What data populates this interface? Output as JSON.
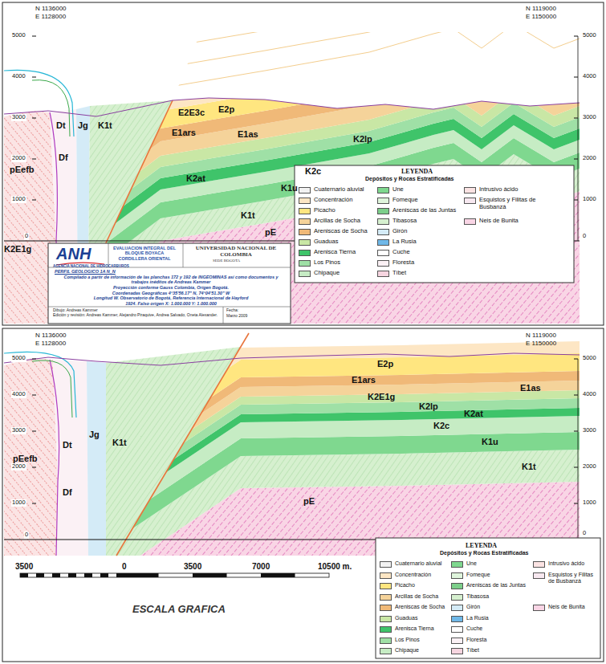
{
  "diagram": {
    "labels": [
      "N 1136000",
      "E 1128000",
      "N 1119000",
      "E 1150000",
      "5000",
      "4000",
      "3000",
      "2000",
      "1000",
      "0",
      "5000",
      "4000",
      "3000",
      "2000",
      "1000",
      "0",
      "pEefb",
      "Dt",
      "Df",
      "Jg",
      "K1t",
      "E2p",
      "E2E3c",
      "E1ars",
      "E1as",
      "K2lp",
      "K2c",
      "K1u",
      "K2at",
      "K1t",
      "pE",
      "K2E1g",
      "LEYENDA",
      "Depósitos y Rocas Estratificadas",
      "ANH",
      "AGENCIA NACIONAL DE HIDROCARBUROS",
      "EVALUACION INTEGRAL DEL BLOQUE BOYACA CORDILLERA ORIENTAL",
      "UNIVERSIDAD NACIONAL DE COLOMBIA",
      "SEDE BOGOTA",
      "PERFIL GEOLOGICO 1A N_N",
      "Compilado a partir de información de las planchas 172 y 192 de INGEOMINAS así como documentos y trabajos inéditos de Andreas Kammer",
      "Proyección conforme Gauss Colombia, Origen Bogotá.",
      "Coordenadas Geográficas 4°35'56.17\" N, 74°04'51.30\" W",
      "Longitud W. Observatorio de Bogotá, Referencia Internacional de Hayford",
      "1924. Falso origen X: 1.000.000 Y: 1.000.000",
      "Dibujo: Andreas Kammer",
      "Edición y revisión: Andreas Kammer, Alejandro Piraquive, Andrea Salvado, Oneta Alexander.",
      "Fecha:",
      "Marzo 2009",
      "N 1136000",
      "E 1128000",
      "N 1119000",
      "E 1150000",
      "5000",
      "4000",
      "3000",
      "2000",
      "1000",
      "0",
      "5000",
      "4000",
      "3000",
      "2000",
      "1000",
      "0",
      "pEefb",
      "Dt",
      "Df",
      "Jg",
      "K1t",
      "E2p",
      "E1ars",
      "K2E1g",
      "K2lp",
      "K2at",
      "E1as",
      "K2c",
      "K1u",
      "K1t",
      "pE",
      "3500",
      "0",
      "3500",
      "7000",
      "10500 m.",
      "ESCALA GRAFICA",
      "LEYENDA",
      "Depósitos y Rocas Estratificadas"
    ],
    "legend": [
      {
        "text": "Cuaternario aluvial",
        "color": "#f2f2f2"
      },
      {
        "text": "Concentración",
        "color": "#fde6c4"
      },
      {
        "text": "Picacho",
        "color": "#ffe680"
      },
      {
        "text": "Arcillas de Socha",
        "color": "#f5d39a"
      },
      {
        "text": "Areniscas de Socha",
        "color": "#f0b978"
      },
      {
        "text": "Guaduas",
        "color": "#c9e7a5"
      },
      {
        "text": "Arenisca Tierna",
        "color": "#3fc46a"
      },
      {
        "text": "Los Pinos",
        "color": "#9fe0a6"
      },
      {
        "text": "Chipaque",
        "color": "#c6ecc4"
      },
      {
        "text": "Une",
        "color": "#7fd88f"
      },
      {
        "text": "Fomeque",
        "color": "#dff5dc"
      },
      {
        "text": "Areniscas de las Juntas",
        "color": "#7ccf8a"
      },
      {
        "text": "Tibasosa",
        "color": "#d6f0cf"
      },
      {
        "text": "Girón",
        "color": "#d4ebf7"
      },
      {
        "text": "La Rusia",
        "color": "#6fb8e8"
      },
      {
        "text": "Cuche",
        "color": "#ffffff"
      },
      {
        "text": "Floresta",
        "color": "#fbf1f5"
      },
      {
        "text": "Tíbet",
        "color": "#f6d5e0"
      },
      {
        "text": "Intrusivo ácido",
        "color": "#fbe3e3"
      },
      {
        "text": "Esquistos y Filitas de Busbanzá",
        "color": "#f7e8f0"
      },
      {
        "text": "Neis de Bunita",
        "color": "#f9d5e5"
      },
      {
        "text": "Cuaternario aluvial",
        "color": "#f2f2f2"
      },
      {
        "text": "Concentración",
        "color": "#fde6c4"
      },
      {
        "text": "Picacho",
        "color": "#ffe680"
      },
      {
        "text": "Arcillas de Socha",
        "color": "#f5d39a"
      },
      {
        "text": "Areniscas de Socha",
        "color": "#f0b978"
      },
      {
        "text": "Guaduas",
        "color": "#c9e7a5"
      },
      {
        "text": "Arenisca Tierna",
        "color": "#3fc46a"
      },
      {
        "text": "Los Pinos",
        "color": "#9fe0a6"
      },
      {
        "text": "Chipaque",
        "color": "#c6ecc4"
      },
      {
        "text": "Une",
        "color": "#7fd88f"
      },
      {
        "text": "Fomeque",
        "color": "#dff5dc"
      },
      {
        "text": "Areniscas de las Juntas",
        "color": "#7ccf8a"
      },
      {
        "text": "Tibasosa",
        "color": "#d6f0cf"
      },
      {
        "text": "Girón",
        "color": "#d4ebf7"
      },
      {
        "text": "La Rusia",
        "color": "#6fb8e8"
      },
      {
        "text": "Cuche",
        "color": "#ffffff"
      },
      {
        "text": "Floresta",
        "color": "#fbf1f5"
      },
      {
        "text": "Tíbet",
        "color": "#f6d5e0"
      },
      {
        "text": "Intrusivo ácido",
        "color": "#fbe3e3"
      },
      {
        "text": "Esquistos y Filitas de Busbanzá",
        "color": "#f7e8f0"
      },
      {
        "text": "Neis de Bunita",
        "color": "#f9d5e5"
      }
    ]
  }
}
